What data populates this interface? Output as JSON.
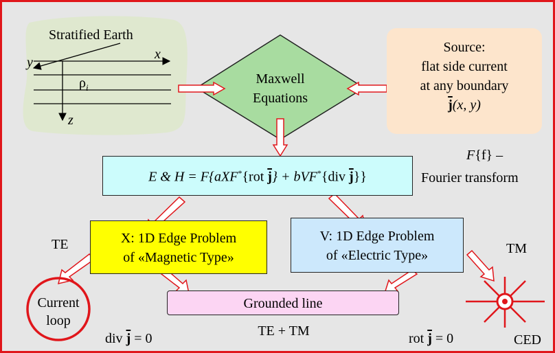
{
  "earth": {
    "title": "Stratified Earth",
    "axis_x": "x",
    "axis_y": "y",
    "axis_z": "z",
    "rho": "ρ",
    "rho_sub": "i"
  },
  "maxwell": {
    "line1": "Maxwell",
    "line2": "Equations"
  },
  "source": {
    "line1": "Source:",
    "line2": "flat side current",
    "line3": "at any boundary",
    "vec": "j",
    "args": "(x, y)"
  },
  "formula": {
    "lhs": "E & H = ",
    "F": "F",
    "p1": "{aX",
    "p2": "{rot ",
    "j": "j",
    "p3": "} + bV",
    "p4": "{div ",
    "p5": "}}"
  },
  "fourier": {
    "line1_F": "F",
    "line1_rest": "{f} –",
    "line2": "Fourier transform"
  },
  "xproblem": {
    "line1": "X: 1D Edge Problem",
    "line2": "of «Magnetic Type»"
  },
  "vproblem": {
    "line1": "V: 1D Edge Problem",
    "line2": "of «Electric Type»"
  },
  "grounded": {
    "label": "Grounded line",
    "below": "TE + TM"
  },
  "te": "TE",
  "tm": "TM",
  "loop": {
    "line1": "Current",
    "line2": "loop"
  },
  "ced": "CED",
  "divcond": {
    "pre": "div ",
    "j": "j",
    "post": " = 0"
  },
  "rotcond": {
    "pre": "rot ",
    "j": "j",
    "post": " = 0"
  },
  "colors": {
    "border": "#e0161b",
    "background": "#e6e6e6",
    "earth_fill": "#dfe8cf",
    "diamond_fill": "#a8dca0",
    "source_fill": "#fde5cc",
    "formula_fill": "#ccfcfc",
    "xbox_fill": "#ffff00",
    "vbox_fill": "#cce8fc",
    "grounded_fill": "#fcd5f3",
    "arrow": "#e0161b"
  }
}
